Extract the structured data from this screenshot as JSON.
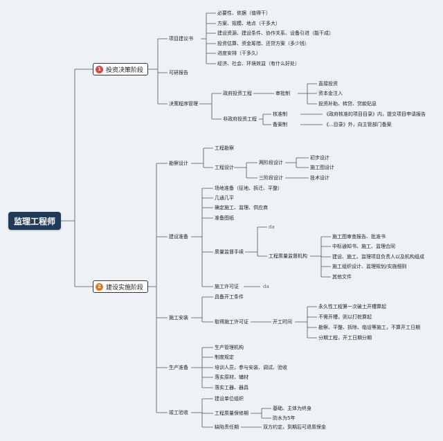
{
  "root": "监理工程师",
  "stage1": {
    "num": "1",
    "label": "投资决策阶段",
    "num_color": "#d94a3b"
  },
  "stage2": {
    "num": "2",
    "label": "建设实施阶段",
    "num_color": "#e07a1f"
  },
  "s1": {
    "项目建议书": "项目建议书",
    "pb": [
      "必要性、依据（值得干）",
      "方案、规模、地点（干多大）",
      "建设资源、建设条件、协作关系、设备引进（能干成）",
      "投资估算、资金筹措、还贷方案（多少钱）",
      "进度安排（干多久）",
      "经济、社会、环境效益（有什么好处）"
    ],
    "可研报告": "可研报告",
    "决策程序管理": "决策程序管理",
    "政府投资工程": "政府投资工程",
    "审批制": "审批制",
    "approval": [
      "直接投资",
      "资本金注入",
      "投资补助、转贷、贷款贴息"
    ],
    "非政府投资工程": "非政府投资工程",
    "核准制": "核准制",
    "核准说明": "《政府核准的项目目录》内，提交项目申请报告",
    "备案制": "备案制",
    "备案说明": "《...目录》外，向主管部门备案"
  },
  "s2": {
    "勘察设计": "勘察设计",
    "工程勘察": "工程勘察",
    "工程设计": "工程设计",
    "两阶段设计": "两阶段设计",
    "初步设计": "初步设计",
    "施工图设计": "施工图设计",
    "三阶段设计": "三阶段设计",
    "技术设计": "技术设计",
    "建设准备": "建设准备",
    "prep": [
      "场地准备（征地、拆迁、平整）",
      "几通几平",
      "确定施工、监理、供应商",
      "准备图纸"
    ],
    "质量监督手续": "质量监督手续",
    "da1": "da",
    "工程质量监督机构": "工程质量监督机构",
    "qs": [
      "施工图审查报告、批准书",
      "中标通知书、施工、监理合同",
      "建设、施工、监理项目负责人以及机构组成",
      "施工组织设计、监理规划/实施细则",
      "其他文件"
    ],
    "施工许可证": "施工许可证",
    "da2": "da",
    "施工安装": "施工安装",
    "具备开工条件": "具备开工条件",
    "取得施工许可证": "取得施工许可证",
    "开工时间": "开工时间",
    "start": [
      "永久性工程第一次破土开槽算起",
      "不需开槽，则以打桩算起",
      "勘察、平整、拆除、临设等施工，不算开工日期",
      "分期工程，开工日期分期"
    ],
    "生产准备": "生产准备",
    "prod": [
      "生产管理机构",
      "制度规定",
      "培训人员，参与安装、调试、验收",
      "落实原材、辅材",
      "落实工器、器具"
    ],
    "竣工验收": "竣工验收",
    "建设单位组织": "建设单位组织",
    "工程质量保修期": "工程质量保修期",
    "warranty": [
      "基础、主体为终身",
      "防水为5年"
    ],
    "缺陷责任期": "缺陷责任期",
    "缺陷说明": "双方约定，到期后可退质保金"
  }
}
